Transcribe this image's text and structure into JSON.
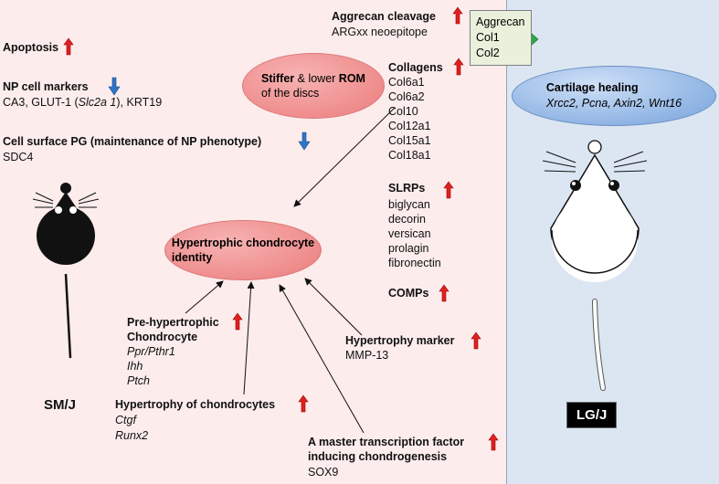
{
  "left": {
    "apoptosis": "Apoptosis",
    "np_markers_title": "NP cell markers",
    "np_markers_a": "CA3, GLUT-1 (",
    "np_markers_italic": "Slc2a 1",
    "np_markers_b": "),  KRT19",
    "cell_surface_title": "Cell surface PG (maintenance of NP phenotype)",
    "cell_surface_value": "SDC4",
    "mouse_label": "SM/J"
  },
  "center": {
    "aggrecan_cleavage": "Aggrecan cleavage",
    "argxx": "ARGxx neoepitope",
    "stiffer_1": "Stiffer",
    "stiffer_2": " & lower ",
    "stiffer_3": "ROM",
    "stiffer_4": "of the discs",
    "collagens_title": "Collagens",
    "collagens": [
      "Col6a1",
      "Col6a2",
      "Col10",
      "Col12a1",
      "Col15a1",
      "Col18a1"
    ],
    "slrps_title": "SLRPs",
    "slrps": [
      "biglycan",
      "decorin",
      "versican",
      "prolagin",
      "fibronectin"
    ],
    "comps": "COMPs",
    "hypertrophic_1": "Hypertrophic chondrocyte",
    "hypertrophic_2": "identity",
    "prehyp_1": "Pre-hypertrophic",
    "prehyp_2": "Chondrocyte",
    "prehyp_genes": [
      "Ppr/Pthr1",
      "Ihh",
      "Ptch"
    ],
    "hyp_marker": "Hypertrophy marker",
    "hyp_marker_value": "MMP-13",
    "hyp_chondro": "Hypertrophy of chondrocytes",
    "hyp_chondro_genes": [
      "Ctgf",
      "Runx2"
    ],
    "master_1": "A master transcription factor",
    "master_2": "inducing chondrogenesis",
    "master_value": "SOX9"
  },
  "aggrecan_box": [
    "Aggrecan",
    "Col1",
    "Col2"
  ],
  "right": {
    "healing_title": "Cartilage healing",
    "healing_genes": "Xrcc2, Pcna, Axin2, Wnt16",
    "mouse_label": "LG/J"
  },
  "colors": {
    "up_arrow": "#e02020",
    "down_arrow": "#2e75c8",
    "green_arrow": "#2aa84a"
  }
}
